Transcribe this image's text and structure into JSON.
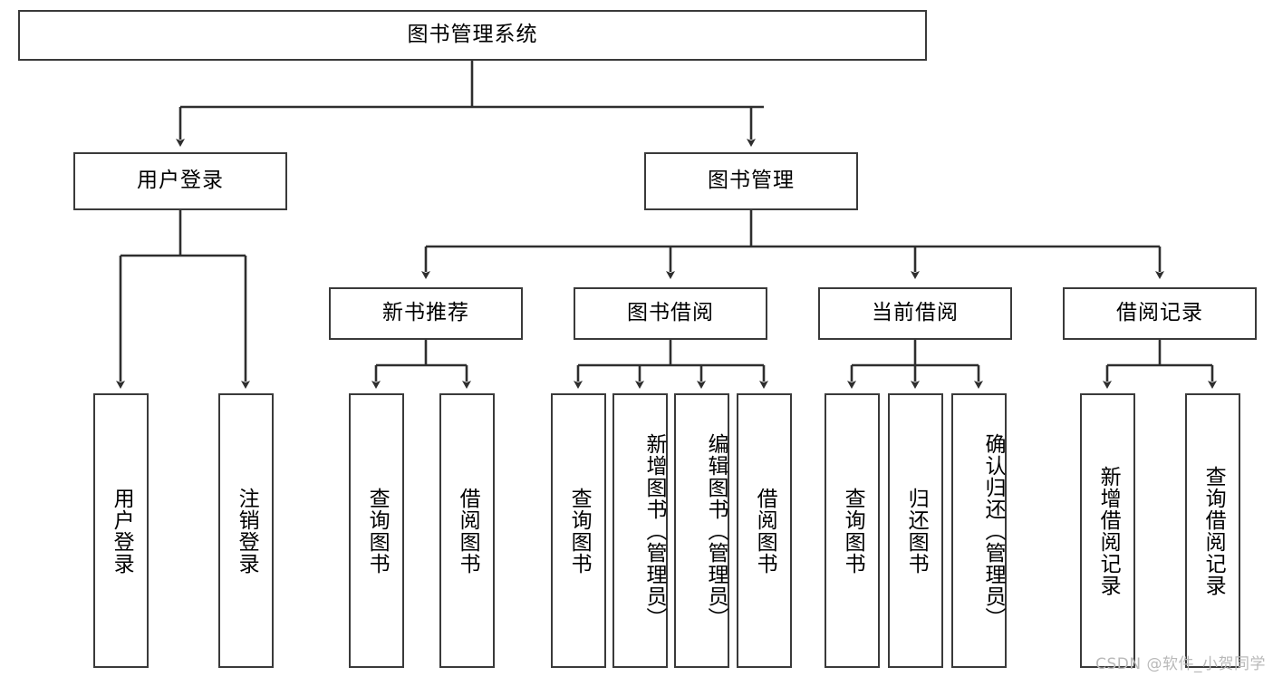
{
  "diagram": {
    "title": "图书管理系统",
    "type": "tree",
    "watermark": "CSDN @软件_小贺同学",
    "root": {
      "label": "图书管理系统"
    },
    "level2": [
      {
        "id": "user-login",
        "label": "用户登录"
      },
      {
        "id": "book-management",
        "label": "图书管理"
      }
    ],
    "level3": [
      {
        "id": "new-book-recommend",
        "label": "新书推荐",
        "parent": "book-management"
      },
      {
        "id": "book-borrow",
        "label": "图书借阅",
        "parent": "book-management"
      },
      {
        "id": "current-borrow",
        "label": "当前借阅",
        "parent": "book-management"
      },
      {
        "id": "borrow-record",
        "label": "借阅记录",
        "parent": "book-management"
      }
    ],
    "leaves": [
      {
        "id": "leaf-user-login",
        "label": "用户登录",
        "parent": "user-login"
      },
      {
        "id": "leaf-logout-login",
        "label": "注销登录",
        "parent": "user-login"
      },
      {
        "id": "leaf-query-book-1",
        "label": "查询图书",
        "parent": "new-book-recommend"
      },
      {
        "id": "leaf-borrow-book-1",
        "label": "借阅图书",
        "parent": "new-book-recommend"
      },
      {
        "id": "leaf-query-book-2",
        "label": "查询图书",
        "parent": "book-borrow"
      },
      {
        "id": "leaf-add-book",
        "label": "新增图书（管理员）",
        "parent": "book-borrow"
      },
      {
        "id": "leaf-edit-book",
        "label": "编辑图书（管理员）",
        "parent": "book-borrow"
      },
      {
        "id": "leaf-borrow-book-2",
        "label": "借阅图书",
        "parent": "book-borrow"
      },
      {
        "id": "leaf-query-book-3",
        "label": "查询图书",
        "parent": "current-borrow"
      },
      {
        "id": "leaf-return-book",
        "label": "归还图书",
        "parent": "current-borrow"
      },
      {
        "id": "leaf-confirm-return",
        "label": "确认归还（管理员）",
        "parent": "current-borrow"
      },
      {
        "id": "leaf-add-record",
        "label": "新增借阅记录",
        "parent": "borrow-record"
      },
      {
        "id": "leaf-query-record",
        "label": "查询借阅记录",
        "parent": "borrow-record"
      }
    ],
    "colors": {
      "border": "#3a3a3a",
      "background": "#ffffff",
      "text": "#000000",
      "watermark": "#b9b9b9"
    }
  }
}
